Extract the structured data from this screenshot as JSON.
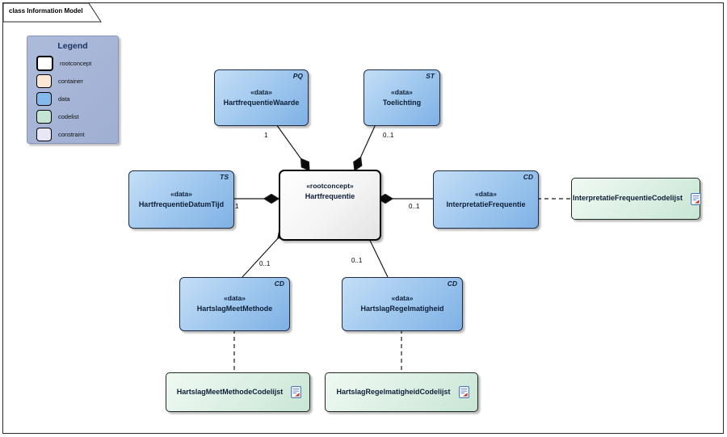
{
  "diagram": {
    "tab_label": "class Information Model"
  },
  "legend": {
    "title": "Legend",
    "items": [
      {
        "label": "rootconcept",
        "color": "#ffffff"
      },
      {
        "label": "container",
        "color": "#fbe7d5"
      },
      {
        "label": "data",
        "color": "#84b9ec"
      },
      {
        "label": "codelist",
        "color": "#c3e4d0"
      },
      {
        "label": "constraint",
        "color": "#e7e7f8"
      }
    ]
  },
  "nodes": {
    "hartfrequentie": {
      "stereotype": "«rootconcept»",
      "name": "Hartfrequentie"
    },
    "hartfrequentiewaarde": {
      "stereotype": "«data»",
      "name": "HartfrequentieWaarde",
      "datatype": "PQ"
    },
    "toelichting": {
      "stereotype": "«data»",
      "name": "Toelichting",
      "datatype": "ST"
    },
    "hartfrequentiedatumtijd": {
      "stereotype": "«data»",
      "name": "HartfrequentieDatumTijd",
      "datatype": "TS"
    },
    "interpretatiefrequentie": {
      "stereotype": "«data»",
      "name": "InterpretatieFrequentie",
      "datatype": "CD"
    },
    "hartslagmeetmethode": {
      "stereotype": "«data»",
      "name": "HartslagMeetMethode",
      "datatype": "CD"
    },
    "hartslagregelmatigheid": {
      "stereotype": "«data»",
      "name": "HartslagRegelmatigheid",
      "datatype": "CD"
    }
  },
  "codelists": {
    "interpretatiefrequentiecodelijst": {
      "name": "InterpretatieFrequentieCodelijst"
    },
    "hartslagmeetmethodecodelijst": {
      "name": "HartslagMeetMethodeCodelijst"
    },
    "hartslagregelmatigheidcodelijst": {
      "name": "HartslagRegelmatigheidCodelijst"
    }
  },
  "multiplicities": {
    "hartfrequentiewaarde": "1",
    "toelichting": "0..1",
    "hartfrequentiedatumtijd": "1",
    "interpretatiefrequentie": "0..1",
    "hartslagmeetmethode": "0..1",
    "hartslagregelmatigheid": "0..1"
  },
  "colors": {
    "data_fill": "#84b9ec",
    "codelist_fill": "#c3e4d0",
    "rootconcept_fill": "#ffffff",
    "container_fill": "#fbe7d5",
    "constraint_fill": "#e7e7f8",
    "legend_background": "#a4b2d4",
    "connector": "#1a1a1a"
  }
}
